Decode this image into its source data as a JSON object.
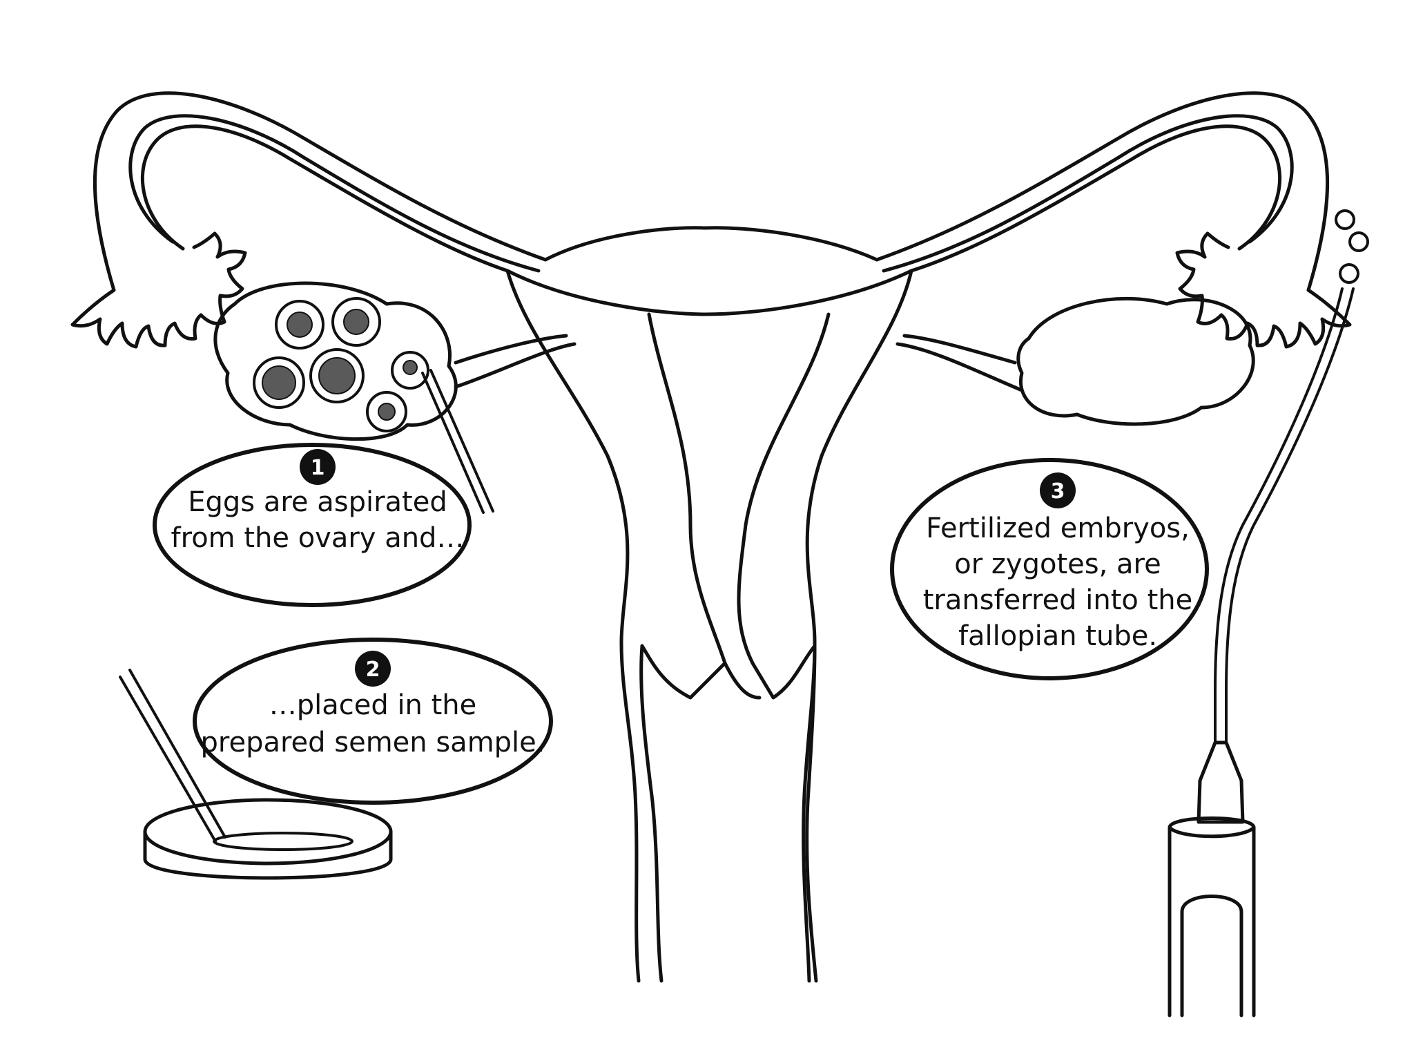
{
  "steps": [
    {
      "number": "1",
      "lines": [
        "Eggs are aspirated",
        "from the ovary and…"
      ]
    },
    {
      "number": "2",
      "lines": [
        "…placed in the",
        "prepared semen sample."
      ]
    },
    {
      "number": "3",
      "lines": [
        "Fertilized embryos,",
        "or zygotes, are",
        "transferred into the",
        "fallopian tube."
      ]
    }
  ],
  "colors": {
    "ink": "#111111",
    "background": "#ffffff",
    "egg_core": "#5a5a5a"
  }
}
